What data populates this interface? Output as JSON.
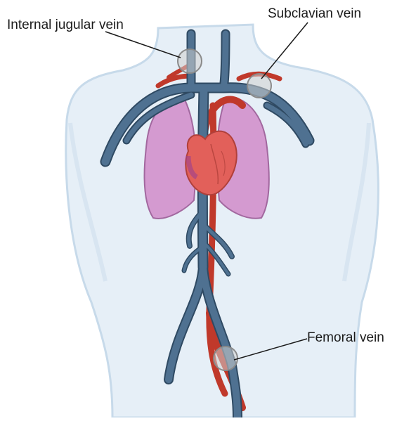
{
  "labels": {
    "internal_jugular_vein": "Internal jugular vein",
    "subclavian_vein": "Subclavian vein",
    "femoral_vein": "Femoral vein"
  },
  "colors": {
    "vein": "#4f7191",
    "vein_outline": "#2f4a63",
    "artery": "#c0392b",
    "heart": "#e2605a",
    "lung": "#d49ad0",
    "lung_outline": "#a2689f",
    "body": "#e4eef7",
    "body_outline": "#c2d6e8",
    "marker": "#cfcfcf"
  },
  "icons": {
    "site_marker": "circle-marker-icon",
    "body": "torso-silhouette",
    "heart": "heart-icon",
    "lungs": "lungs-icon"
  }
}
